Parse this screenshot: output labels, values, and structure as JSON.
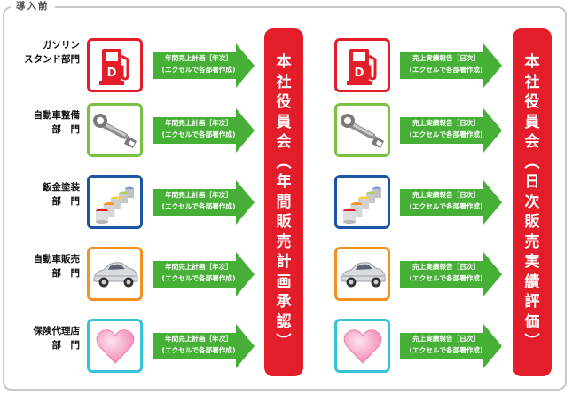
{
  "legend": "導入前",
  "departments": [
    {
      "line1": "ガソリン",
      "line2": "スタンド部門",
      "icon": "gas-pump-icon",
      "border": "#e31e2a"
    },
    {
      "line1": "自動車整備",
      "line2": "部　門",
      "icon": "wrench-icon",
      "border": "#7ac143"
    },
    {
      "line1": "鈑金塗装",
      "line2": "部　門",
      "icon": "paint-cans-icon",
      "border": "#1c57a6"
    },
    {
      "line1": "自動車販売",
      "line2": "部　門",
      "icon": "car-icon",
      "border": "#f39223"
    },
    {
      "line1": "保険代理店",
      "line2": "部　門",
      "icon": "heart-icon",
      "border": "#34c3d8"
    }
  ],
  "left_arrow": {
    "line1": "年間売上計画［年次］",
    "line2": "(エクセルで各部署作成)"
  },
  "right_arrow": {
    "line1": "売上実績報告［日次］",
    "line2": "(エクセルで各部署作成)"
  },
  "left_bar": [
    "本",
    "社",
    "役",
    "員",
    "会",
    "︵",
    "年",
    "間",
    "販",
    "売",
    "計",
    "画",
    "承",
    "認",
    "︶"
  ],
  "right_bar": [
    "本",
    "社",
    "役",
    "員",
    "会",
    "︵",
    "日",
    "次",
    "販",
    "売",
    "実",
    "績",
    "評",
    "価",
    "︶"
  ],
  "colors": {
    "arrow": "#45b035",
    "bar": "#e31e2a",
    "frame": "#c8c8c8"
  }
}
